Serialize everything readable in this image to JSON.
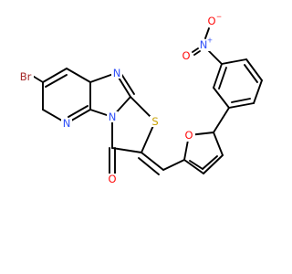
{
  "colors": {
    "bond": "#000000",
    "Br": "#a52a2a",
    "N": "#3050f8",
    "O": "#ff0d0d",
    "S": "#c8a000",
    "background": "#ffffff"
  },
  "atoms": [
    {
      "id": "br",
      "label": "Br",
      "element": "Br"
    },
    {
      "id": "n_pyr",
      "label": "N",
      "element": "N"
    },
    {
      "id": "n_imine",
      "label": "N",
      "element": "N"
    },
    {
      "id": "n_bridge",
      "label": "N",
      "element": "N"
    },
    {
      "id": "s_ring",
      "label": "S",
      "element": "S"
    },
    {
      "id": "o_carbonyl",
      "label": "O",
      "element": "O"
    },
    {
      "id": "o_furan",
      "label": "O",
      "element": "O"
    },
    {
      "id": "n_nitro",
      "label": "N",
      "element": "N",
      "charge": "+"
    },
    {
      "id": "o_nitro_up",
      "label": "O",
      "element": "O",
      "charge": "−"
    },
    {
      "id": "o_nitro_down",
      "label": "O",
      "element": "O"
    }
  ]
}
